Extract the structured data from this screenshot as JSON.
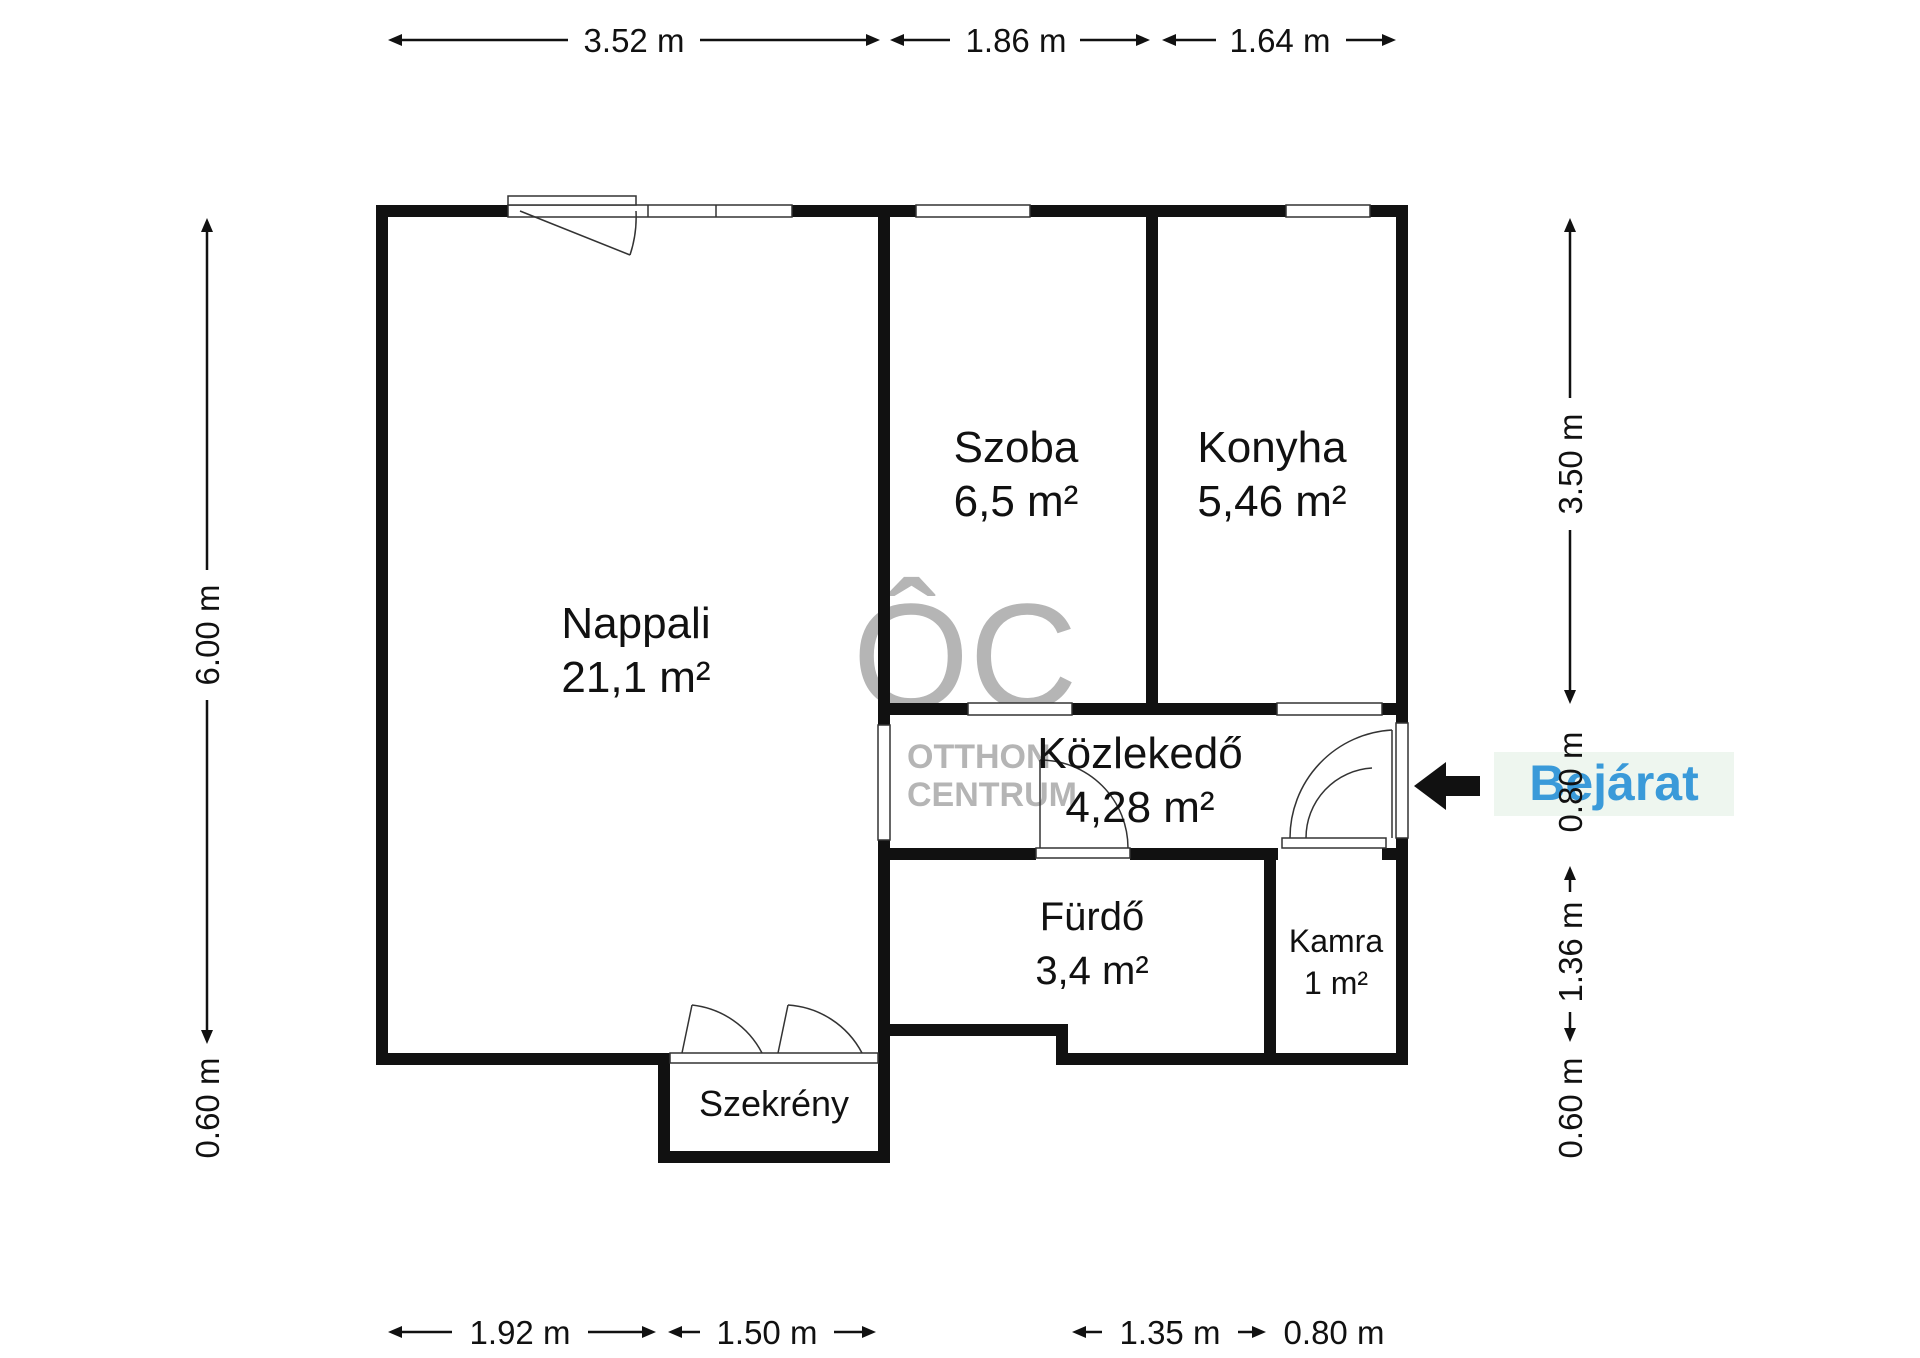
{
  "rooms": {
    "nappali": {
      "name": "Nappali",
      "area": "21,1 m²"
    },
    "szoba": {
      "name": "Szoba",
      "area": "6,5 m²"
    },
    "konyha": {
      "name": "Konyha",
      "area": "5,46 m²"
    },
    "kozlekedo": {
      "name": "Közlekedő",
      "area": "4,28 m²"
    },
    "furdo": {
      "name": "Fürdő",
      "area": "3,4 m²"
    },
    "kamra": {
      "name": "Kamra",
      "area": "1 m²"
    },
    "szekreny": {
      "name": "Szekrény"
    }
  },
  "dimensions": {
    "top": [
      "3.52 m",
      "1.86 m",
      "1.64 m"
    ],
    "bottom": [
      "1.92 m",
      "1.50 m",
      "1.35 m",
      "0.80 m"
    ],
    "left": [
      "6.00 m",
      "0.60 m"
    ],
    "right": [
      "3.50 m",
      "0.80 m",
      "1.36 m",
      "0.60 m"
    ]
  },
  "entrance": {
    "label": "Bejárat",
    "color": "#3a9ad9"
  },
  "watermark": {
    "logo": "ÔC",
    "line1": "OTTHON",
    "line2": "CENTRUM",
    "color": "#b5b5b5"
  }
}
